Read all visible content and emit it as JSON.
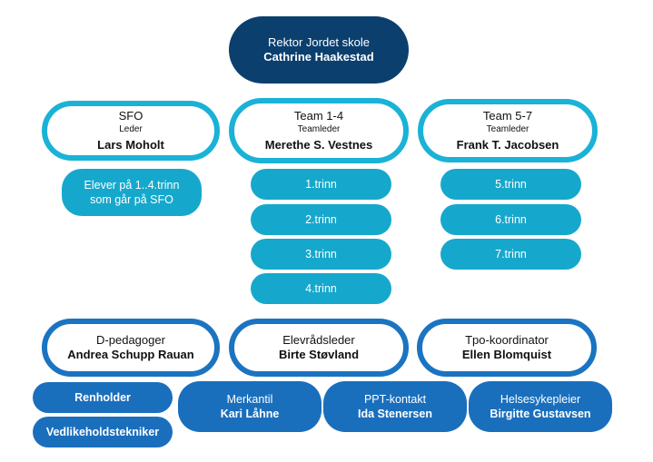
{
  "root": {
    "title": "Rektor Jordet skole",
    "name": "Cathrine Haakestad"
  },
  "units": [
    {
      "title": "SFO",
      "role": "Leder",
      "name": "Lars Moholt"
    },
    {
      "title": "Team 1-4",
      "role": "Teamleder",
      "name": "Merethe S. Vestnes"
    },
    {
      "title": "Team 5-7",
      "role": "Teamleder",
      "name": "Frank T. Jacobsen"
    }
  ],
  "sfo_group": {
    "line1": "Elever på 1..4.trinn",
    "line2": "som går på SFO"
  },
  "team14_grades": [
    "1.trinn",
    "2.trinn",
    "3.trinn",
    "4.trinn"
  ],
  "team57_grades": [
    "5.trinn",
    "6.trinn",
    "7.trinn"
  ],
  "staff_leads": [
    {
      "title": "D-pedagoger",
      "name": "Andrea Schupp Rauan"
    },
    {
      "title": "Elevrådsleder",
      "name": "Birte Støvland"
    },
    {
      "title": "Tpo-koordinator",
      "name": "Ellen Blomquist"
    }
  ],
  "support": [
    {
      "title": "Renholder"
    },
    {
      "title": "Vedlikeholdstekniker"
    }
  ],
  "contacts": [
    {
      "title": "Merkantil",
      "name": "Kari Låhne"
    },
    {
      "title": "PPT-kontakt",
      "name": "Ida Stenersen"
    },
    {
      "title": "Helsesykepleier",
      "name": "Birgitte Gustavsen"
    }
  ],
  "colors": {
    "navy": "#0b3f6e",
    "cyan": "#1ab2d6",
    "blue": "#1a74c1"
  }
}
